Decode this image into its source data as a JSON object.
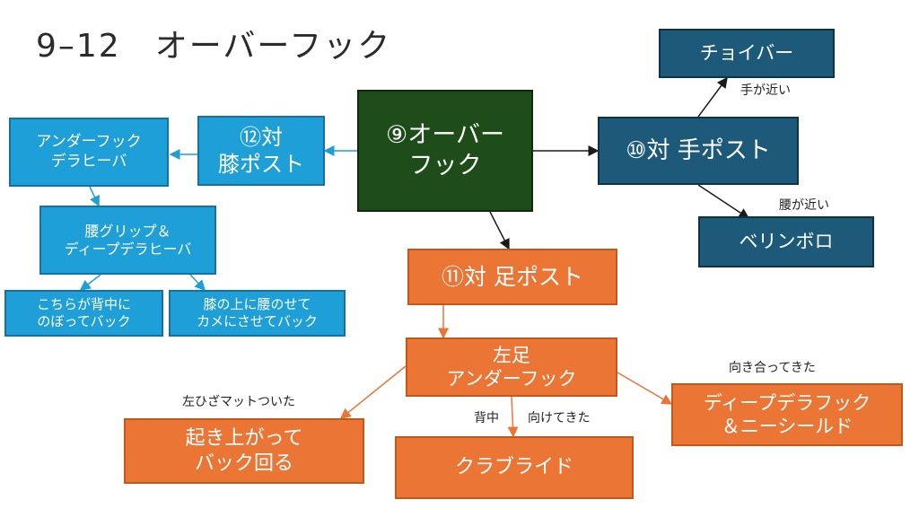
{
  "title": "9–12　オーバーフック",
  "nodes": {
    "center": [
      "⑨オーバー",
      "フック"
    ],
    "hand_post": [
      "⑩対 手ポスト"
    ],
    "knee_post": [
      "⑫対",
      "膝ポスト"
    ],
    "foot_post": [
      "⑪対 足ポスト"
    ],
    "choi_bar": [
      "チョイバー"
    ],
    "berimbolo": [
      "ベリンボロ"
    ],
    "underhook_delahiva": [
      "アンダーフック",
      "デラヒーバ"
    ],
    "waist_grip": [
      "腰グリップ＆",
      "ディープデラヒーバ"
    ],
    "back_climb": [
      "こちらが背中に",
      "のぼってバック"
    ],
    "knee_back": [
      "膝の上に腰のせて",
      "カメにさせてバック"
    ],
    "left_foot_underhook": [
      "左足",
      "アンダーフック"
    ],
    "deep_dela_shield": [
      "ディープデラフック",
      "＆ニーシールド"
    ],
    "get_up_back": [
      "起き上がって",
      "バック回る"
    ],
    "crab_ride": [
      "クラブライド"
    ]
  },
  "edge_labels": {
    "hand_close": "手が近い",
    "waist_close": "腰が近い",
    "face_each_other": "向き合ってきた",
    "left_hip_touch": "左ひざマットついた",
    "back_facing_1": "背中",
    "back_facing_2": "向けてきた"
  },
  "colors": {
    "green": "#1e4d19",
    "navy": "#1d5a7a",
    "blue": "#1f9fd7",
    "orange": "#ea7535"
  }
}
